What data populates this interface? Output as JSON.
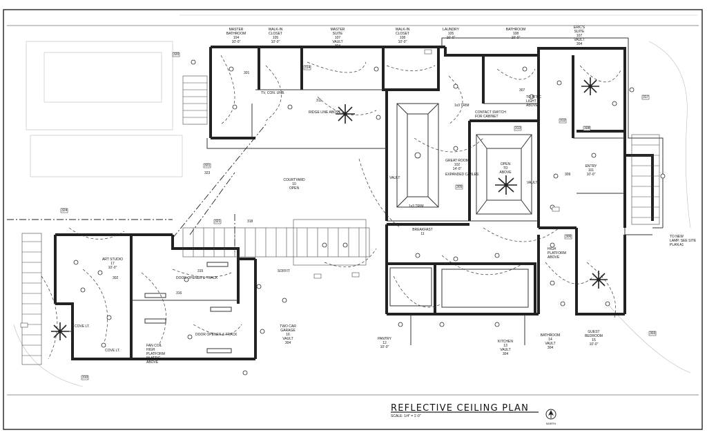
{
  "drawing": {
    "title": "REFLECTIVE CEILING PLAN",
    "scale": "SCALE: 1/4\" = 1'-0\"",
    "north_label": "NORTH"
  },
  "rooms": [
    {
      "key": "master_bath",
      "name": "MASTER\nBATHROOM",
      "num": "104",
      "ht": "10'-0\""
    },
    {
      "key": "walkin1",
      "name": "WALK-IN\nCLOSET",
      "num": "105",
      "ht": "10'-0\""
    },
    {
      "key": "master_suite",
      "name": "MASTER\nSUITE",
      "num": "107",
      "ht": "VAULT\n304"
    },
    {
      "key": "walkin2",
      "name": "WALK-IN\nCLOSET",
      "num": "108",
      "ht": "10'-0\""
    },
    {
      "key": "laundry",
      "name": "LAUNDRY",
      "num": "105",
      "ht": "10'-0\""
    },
    {
      "key": "bathroom1",
      "name": "BATHROOM",
      "num": "108",
      "ht": "10'-0\""
    },
    {
      "key": "erics_suite",
      "name": "ERIC'S\nSUITE",
      "num": "107",
      "ht": "VAULT\n304"
    },
    {
      "key": "courtyard",
      "name": "COURTYARD",
      "num": "10",
      "ht": "OPEN"
    },
    {
      "key": "great_room",
      "name": "GREAT ROOM",
      "num": "102",
      "ht": "14'-0\""
    },
    {
      "key": "entry",
      "name": "ENTRY",
      "num": "101",
      "ht": "10'-0\""
    },
    {
      "key": "breakfast",
      "name": "BREAKFAST",
      "num": "11",
      "ht": ""
    },
    {
      "key": "art_studio",
      "name": "ART STUDIO",
      "num": "17",
      "ht": "10'-0\""
    },
    {
      "key": "garage",
      "name": "TWO CAR\nGARAGE",
      "num": "16",
      "ht": "VAULT\n304"
    },
    {
      "key": "pantry",
      "name": "PANTRY",
      "num": "12",
      "ht": "10'-0\""
    },
    {
      "key": "kitchen",
      "name": "KITCHEN",
      "num": "13",
      "ht": "VAULT\n304"
    },
    {
      "key": "bathroom2",
      "name": "BATHROOM",
      "num": "14",
      "ht": "VAULT\n304"
    },
    {
      "key": "guest_bed",
      "name": "GUEST\nBEDROOM",
      "num": "15",
      "ht": "10'-0\""
    }
  ],
  "notes": [
    {
      "key": "tv",
      "text": "TV, CON. UNB."
    },
    {
      "key": "ridge",
      "text": "RIDGE LINE ABOVE"
    },
    {
      "key": "contact",
      "text": "CONTACT SWITCH\nFOR CABINET"
    },
    {
      "key": "attic",
      "text": "TO ATTIC\nLIGHT\nABOVE"
    },
    {
      "key": "expcables",
      "text": "EXPANDED CABLES"
    },
    {
      "key": "open_above",
      "text": "OPEN\nTO\nABOVE"
    },
    {
      "key": "door1",
      "text": "DOOR OPENER & TRACK"
    },
    {
      "key": "door2",
      "text": "DOOR OPENER & TRACK"
    },
    {
      "key": "soffit",
      "text": "SOFFIT"
    },
    {
      "key": "fancoil",
      "text": "FAN COIL\nHIGH\nPLATFORM\nIN ATTIC\nABOVE"
    },
    {
      "key": "hp",
      "text": "HIGH\nPLATFORM\nABOVE"
    },
    {
      "key": "site",
      "text": "TO NEW\nLAMP. SEE SITE\nPLAN A1"
    },
    {
      "key": "vault",
      "text": "VAULT"
    },
    {
      "key": "vault2",
      "text": "VAULT"
    },
    {
      "key": "trim",
      "text": "1x3 TRIM"
    },
    {
      "key": "trim2",
      "text": "1x3 TRIM"
    },
    {
      "key": "cove1",
      "text": "COVE LT."
    },
    {
      "key": "cove2",
      "text": "COVE LT."
    }
  ],
  "tags": [
    "320",
    "301",
    "314",
    "311",
    "321",
    "323",
    "318",
    "324",
    "302",
    "316",
    "321",
    "315",
    "310",
    "306",
    "305",
    "309",
    "313",
    "312",
    "308",
    "307",
    "317",
    "303"
  ]
}
